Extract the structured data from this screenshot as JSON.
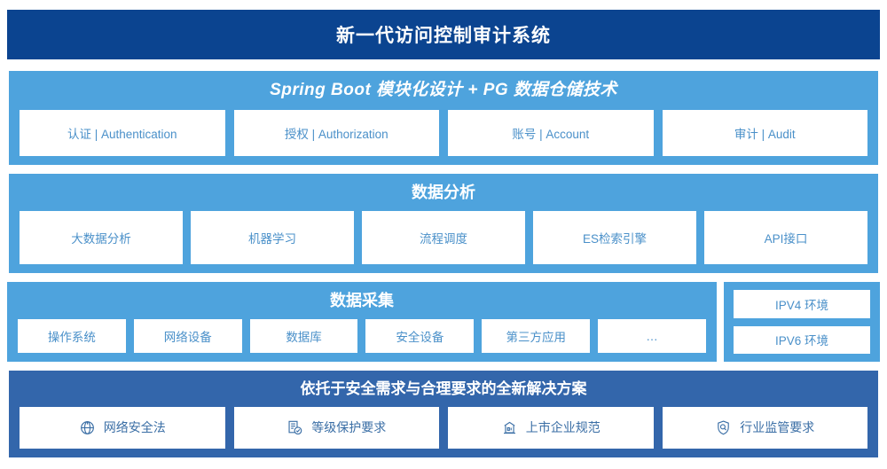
{
  "colors": {
    "header_bg": "#0b4490",
    "band_light": "#4ea3dd",
    "band_dark": "#3366ab",
    "card_text": "#4a90c9",
    "card_text_dark": "#3a6ea5",
    "card_bg": "#ffffff"
  },
  "header": {
    "title": "新一代访问控制审计系统"
  },
  "spring_section": {
    "title": "Spring Boot 模块化设计 + PG 数据仓储技术",
    "cards": [
      {
        "label": "认证 | Authentication"
      },
      {
        "label": "授权 | Authorization"
      },
      {
        "label": "账号 | Account"
      },
      {
        "label": "审计 | Audit"
      }
    ]
  },
  "analysis_section": {
    "title": "数据分析",
    "cards": [
      {
        "label": "大数据分析"
      },
      {
        "label": "机器学习"
      },
      {
        "label": "流程调度"
      },
      {
        "label": "ES检索引擎"
      },
      {
        "label": "API接口"
      }
    ]
  },
  "collection_section": {
    "title": "数据采集",
    "cards": [
      {
        "label": "操作系统"
      },
      {
        "label": "网络设备"
      },
      {
        "label": "数据库"
      },
      {
        "label": "安全设备"
      },
      {
        "label": "第三方应用"
      },
      {
        "label": "…"
      }
    ]
  },
  "environment_section": {
    "cards": [
      {
        "label": "IPV4 环境"
      },
      {
        "label": "IPV6 环境"
      }
    ]
  },
  "solution_section": {
    "title": "依托于安全需求与合理要求的全新解决方案",
    "cards": [
      {
        "label": "网络安全法",
        "icon": "globe-icon"
      },
      {
        "label": "等级保护要求",
        "icon": "certificate-check-icon"
      },
      {
        "label": "上市企业规范",
        "icon": "bank-building-icon"
      },
      {
        "label": "行业监管要求",
        "icon": "shield-search-icon"
      }
    ]
  }
}
